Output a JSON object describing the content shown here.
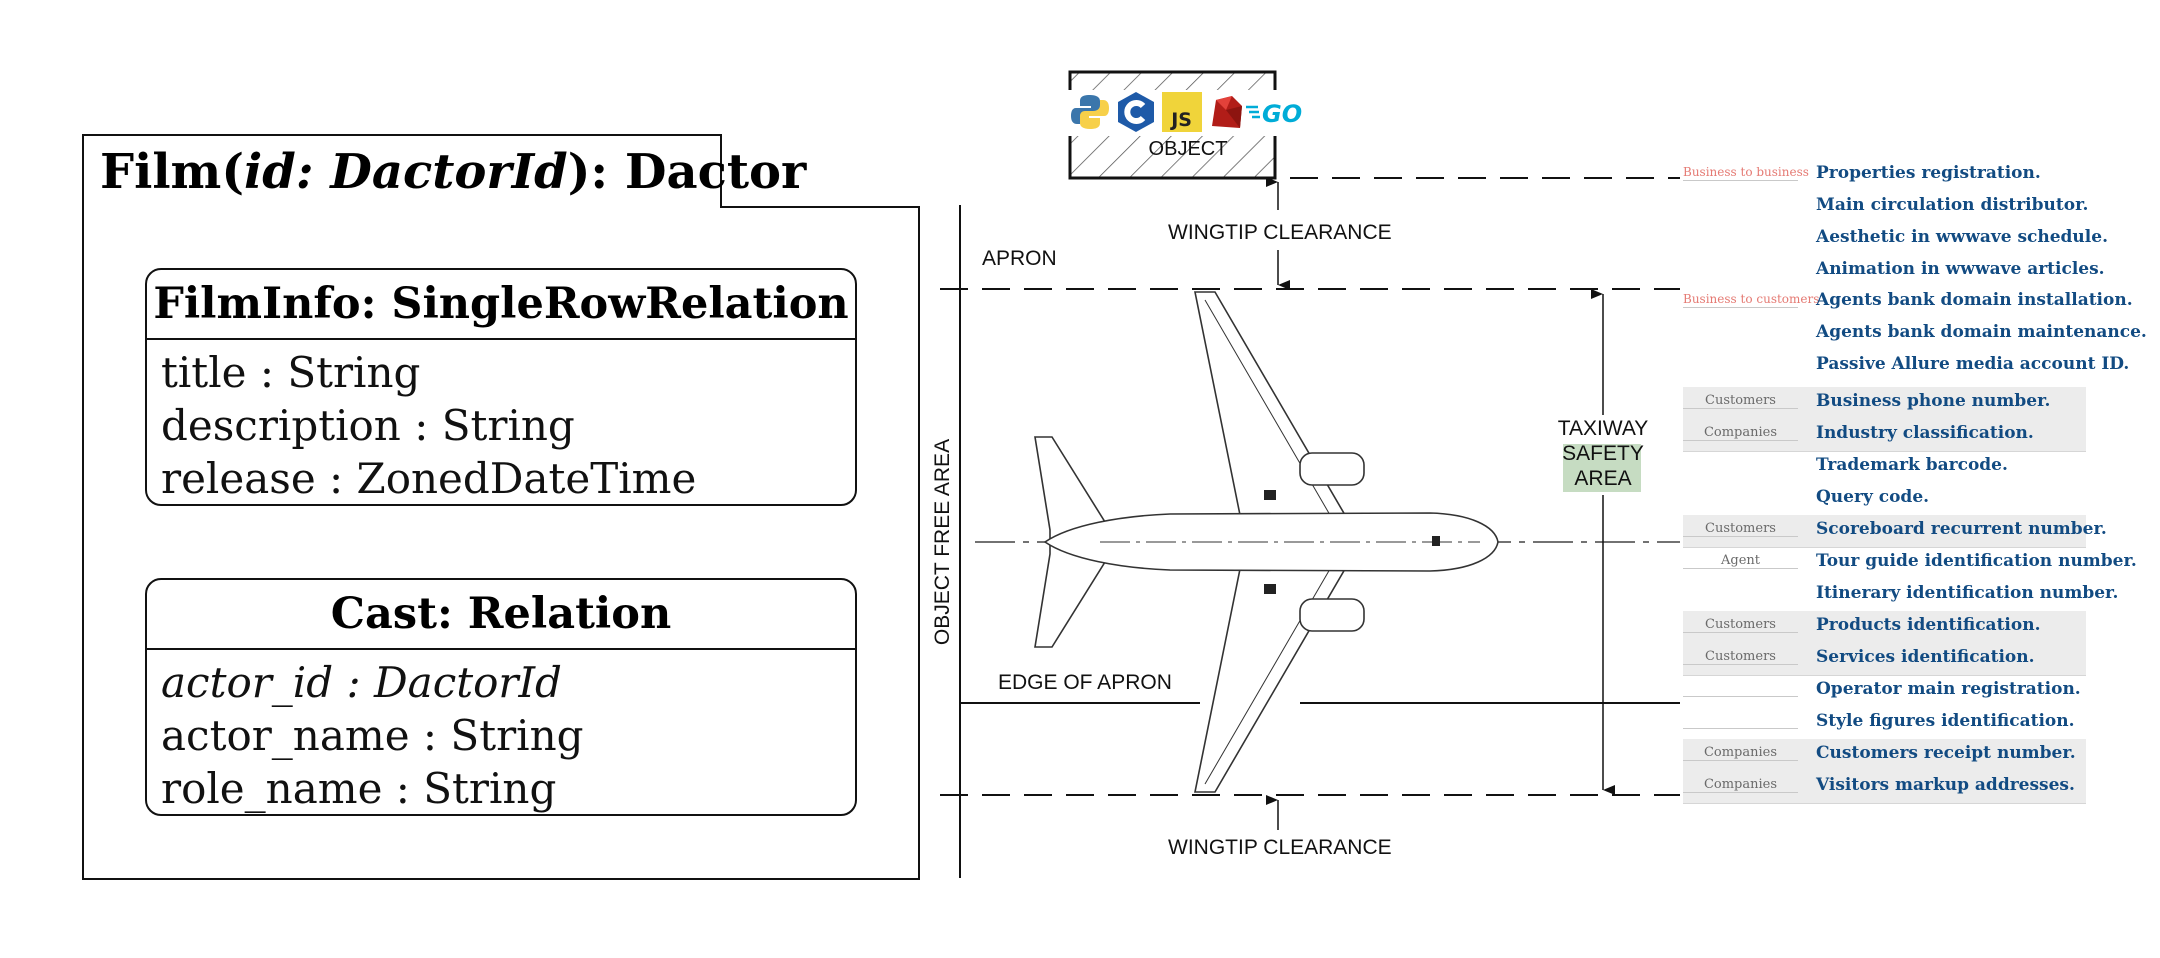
{
  "film": {
    "title_name": "Film(",
    "title_param": "id: DactorId",
    "title_rest": "): Dactor",
    "info": {
      "header": "FilmInfo: SingleRowRelation",
      "fields": [
        "title : String",
        "description : String",
        "release : ZonedDateTime"
      ]
    },
    "cast": {
      "header": "Cast: Relation",
      "fields": [
        "actor_id : DactorId",
        "actor_name : String",
        "role_name : String"
      ]
    }
  },
  "airport": {
    "object": "OBJECT",
    "wingtip_top": "WINGTIP CLEARANCE",
    "wingtip_bottom": "WINGTIP CLEARANCE",
    "apron": "APRON",
    "edge_of_apron": "EDGE OF APRON",
    "object_free_area": "OBJECT FREE AREA",
    "taxiway": "TAXIWAY",
    "safety": "SAFETY",
    "area": "AREA",
    "logos": [
      "python-logo",
      "c-logo",
      "javascript-logo",
      "ruby-logo",
      "go-logo"
    ],
    "js_text": "JS",
    "go_text": "GO"
  },
  "list": {
    "rows": [
      {
        "category": "Business to business",
        "item": "Properties registration.",
        "shaded": false,
        "red": true
      },
      {
        "category": "",
        "item": "Main circulation distributor.",
        "shaded": false,
        "red": false
      },
      {
        "category": "",
        "item": "Aesthetic in wwwave schedule.",
        "shaded": false,
        "red": false
      },
      {
        "category": "",
        "item": "Animation in wwwave articles.",
        "shaded": false,
        "red": false
      },
      {
        "category": "Business to customers",
        "item": "Agents bank domain installation.",
        "shaded": false,
        "red": true
      },
      {
        "category": "",
        "item": "Agents bank domain maintenance.",
        "shaded": false,
        "red": false
      },
      {
        "category": "",
        "item": "Passive Allure media account ID.",
        "shaded": false,
        "red": false
      },
      {
        "category": "Customers",
        "item": "Business phone number.",
        "shaded": true,
        "red": false
      },
      {
        "category": "Companies",
        "item": "Industry classification.",
        "shaded": true,
        "red": false
      },
      {
        "category": "",
        "item": "Trademark barcode.",
        "shaded": false,
        "red": false
      },
      {
        "category": "",
        "item": "Query code.",
        "shaded": false,
        "red": false
      },
      {
        "category": "Customers",
        "item": "Scoreboard recurrent number.",
        "shaded": true,
        "red": false
      },
      {
        "category": "Agent",
        "item": "Tour guide identification number.",
        "shaded": false,
        "red": false
      },
      {
        "category": "",
        "item": "Itinerary identification number.",
        "shaded": false,
        "red": false
      },
      {
        "category": "Customers",
        "item": "Products identification.",
        "shaded": true,
        "red": false
      },
      {
        "category": "Customers",
        "item": "Services identification.",
        "shaded": true,
        "red": false
      },
      {
        "category": "",
        "item": "Operator main registration.",
        "shaded": false,
        "red": false
      },
      {
        "category": "",
        "item": "Style figures identification.",
        "shaded": false,
        "red": false
      },
      {
        "category": "Companies",
        "item": "Customers receipt number.",
        "shaded": true,
        "red": false
      },
      {
        "category": "Companies",
        "item": "Visitors markup addresses.",
        "shaded": true,
        "red": false
      }
    ]
  }
}
